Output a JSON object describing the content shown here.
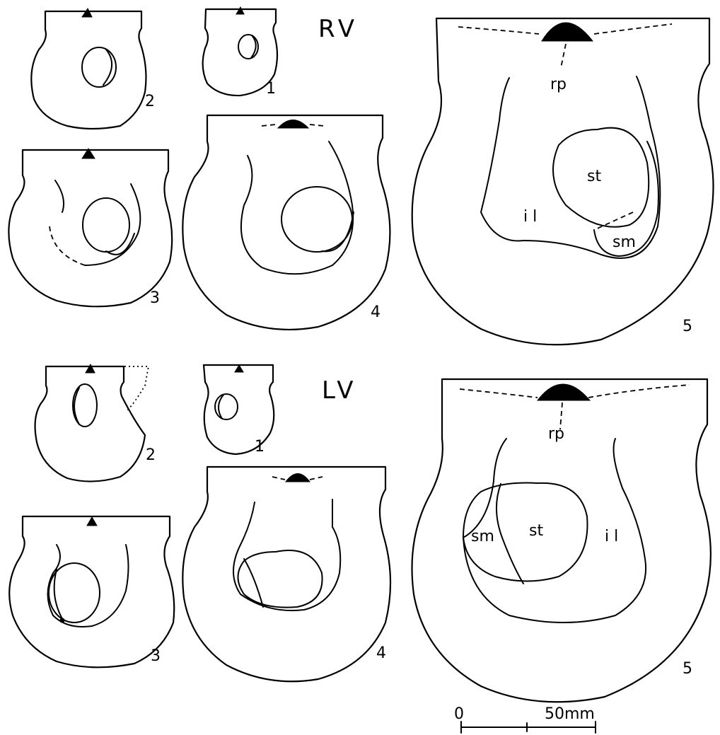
{
  "rows": {
    "top": "RV",
    "bottom": "LV"
  },
  "figures": {
    "rv": [
      "1",
      "2",
      "3",
      "4",
      "5"
    ],
    "lv": [
      "1",
      "2",
      "3",
      "4",
      "5"
    ]
  },
  "annotations": {
    "rv": {
      "rp": "rp",
      "st": "st",
      "sm": "sm",
      "il": "i l"
    },
    "lv": {
      "rp": "rp",
      "st": "st",
      "sm": "sm",
      "il": "i l"
    }
  },
  "scale_bar": {
    "start": "0",
    "end": "50mm"
  }
}
